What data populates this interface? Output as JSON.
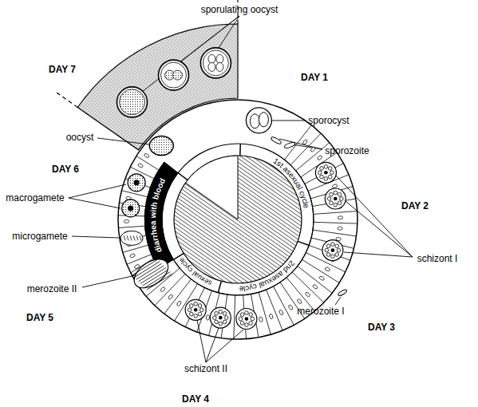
{
  "diagram": {
    "labels": [
      "sporulating oocyst",
      "DAY 7",
      "DAY 1",
      "sporocyst",
      "sporozoite",
      "oocyst",
      "DAY 6",
      "macrogamete",
      "microgamete",
      "DAY 2",
      "schizont I",
      "merozoite II",
      "DAY 5",
      "merozoite I",
      "DAY 3",
      "schizont II",
      "DAY 4",
      "1st asexual cycle",
      "2nd asexual cycle",
      "sexual cycle",
      "diarrhea with blood"
    ]
  }
}
